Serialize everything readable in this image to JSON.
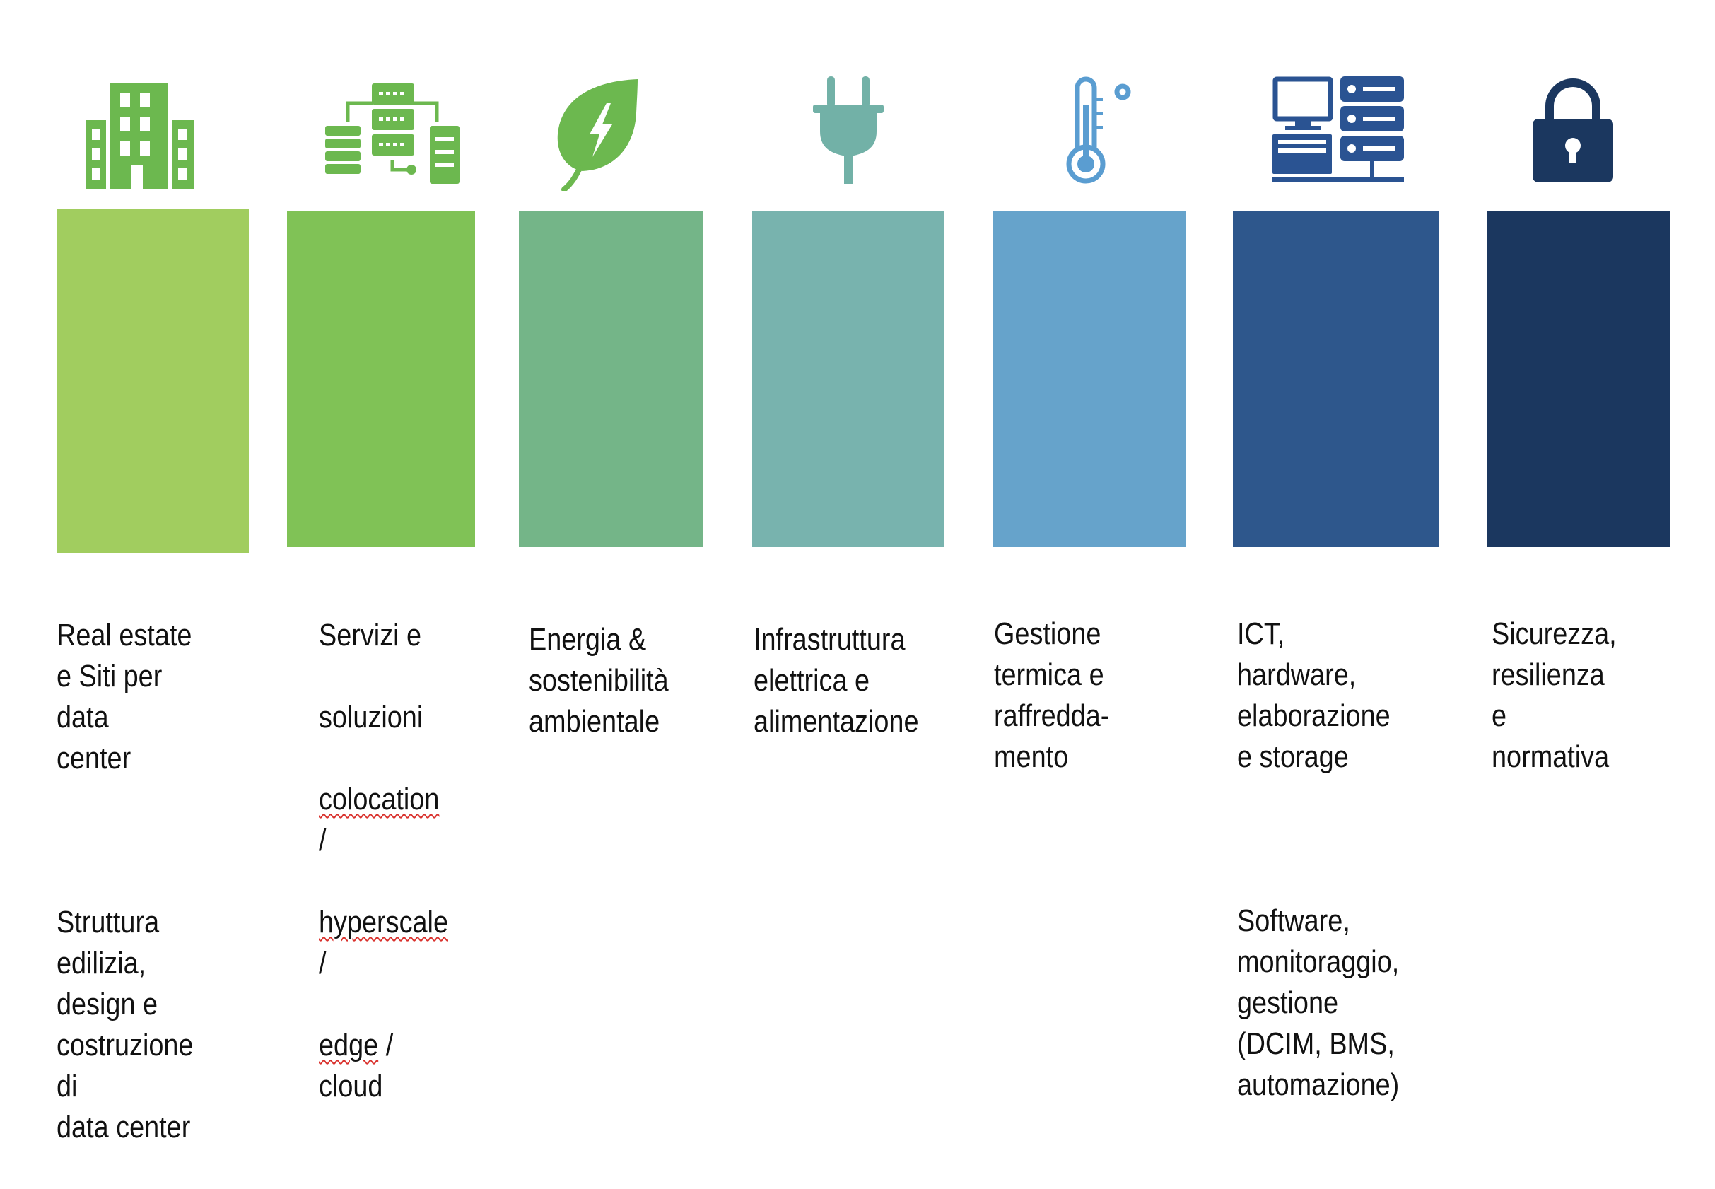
{
  "columns": [
    {
      "id": "real-estate",
      "icon": "buildings-icon",
      "color": "#a1cd5f",
      "icon_color": "#6cb84f",
      "paragraphs": [
        "Real estate\ne Siti per data\ncenter",
        "Struttura edilizia,\ndesign e\ncostruzione di\ndata center"
      ]
    },
    {
      "id": "servizi",
      "icon": "servers-network-icon",
      "color": "#80c256",
      "icon_color": "#6cb84f",
      "lines": [
        "Servizi e",
        "soluzioni"
      ],
      "underlined_1": "colocation",
      "suffix_1": " /",
      "underlined_2": "hyperscale",
      "suffix_2": " /",
      "underlined_3": "edge",
      "suffix_3": " / cloud"
    },
    {
      "id": "energia",
      "icon": "leaf-energy-icon",
      "color": "#74b588",
      "icon_color": "#6cb84f",
      "paragraphs": [
        "Energia &\nsostenibilità\nambientale"
      ]
    },
    {
      "id": "infrastruttura",
      "icon": "plug-icon",
      "color": "#78b3ae",
      "icon_color": "#72b1a7",
      "paragraphs": [
        "Infrastruttura\nelettrica e\nalimentazione"
      ]
    },
    {
      "id": "gestione-termica",
      "icon": "thermometer-icon",
      "color": "#66a3cb",
      "icon_color": "#5a9dd1",
      "paragraphs": [
        "Gestione\ntermica e\nraffredda-\nmento"
      ]
    },
    {
      "id": "ict",
      "icon": "computer-servers-icon",
      "color": "#2e578c",
      "icon_color": "#2a5392",
      "paragraphs": [
        "ICT, hardware,\nelaborazione\ne storage",
        "Software,\nmonitoraggio,\ngestione\n(DCIM, BMS,\nautomazione)"
      ]
    },
    {
      "id": "sicurezza",
      "icon": "padlock-icon",
      "color": "#1b375f",
      "icon_color": "#1b375f",
      "paragraphs": [
        "Sicurezza,\nresilienza e\nnormativa"
      ]
    }
  ]
}
